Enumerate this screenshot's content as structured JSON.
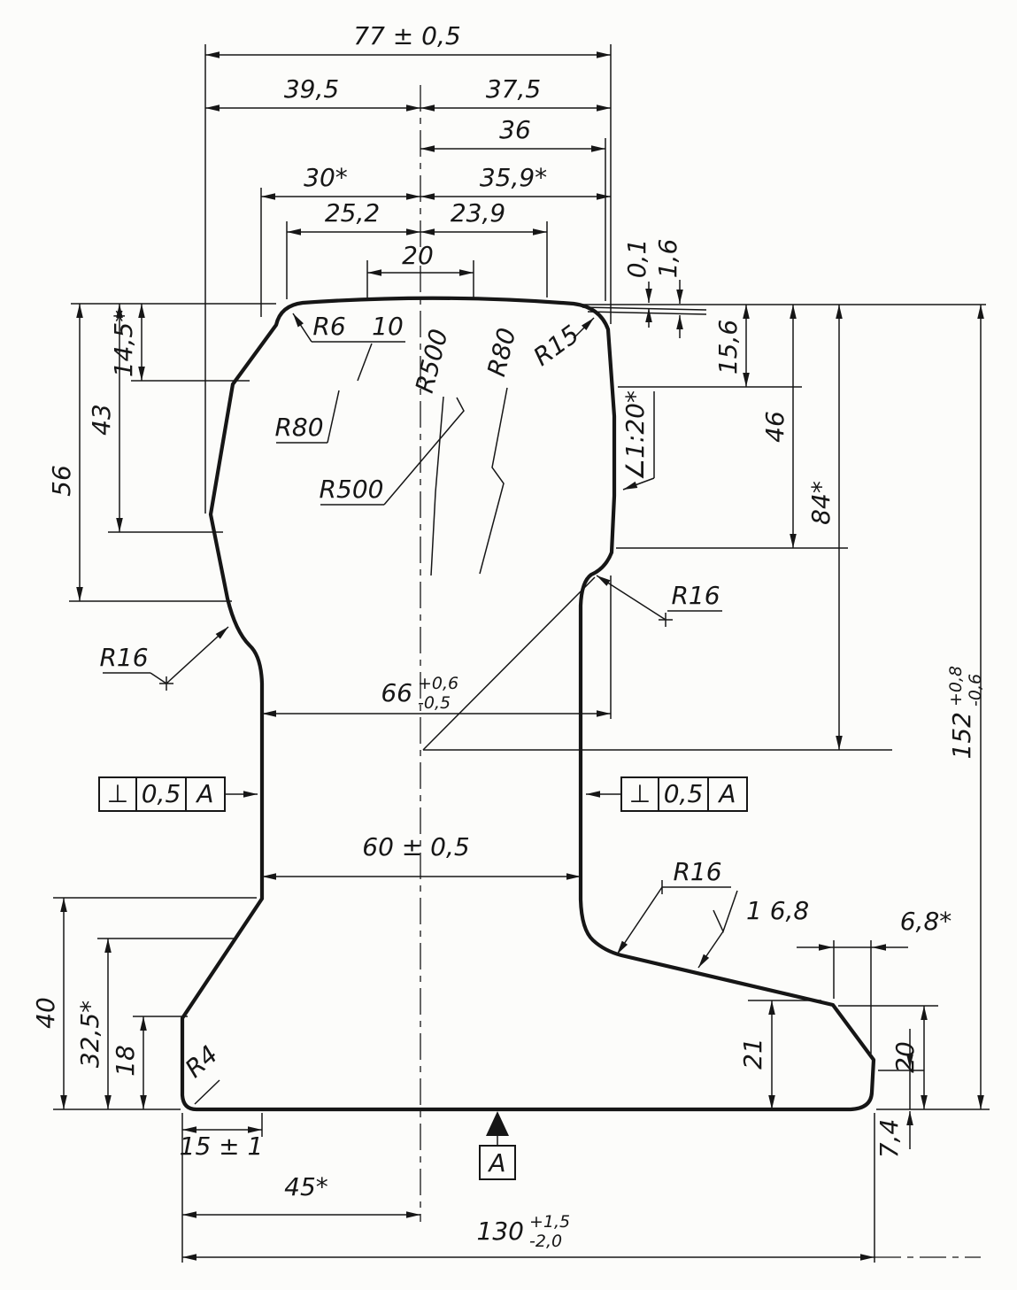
{
  "colors": {
    "line": "#161616",
    "background": "#fcfcfa"
  },
  "labels": {
    "w77": "77 ± 0,5",
    "w39_5": "39,5",
    "w37_5": "37,5",
    "w36": "36",
    "w30": "30*",
    "w35_9": "35,9*",
    "w25_2": "25,2",
    "w23_9": "23,9",
    "w20_top": "20",
    "o0_1": "0,1",
    "o1_6": "1,6",
    "h14_5": "14,5*",
    "h43": "43",
    "h56": "56",
    "h15_6": "15,6",
    "h46": "46",
    "h84": "84*",
    "h152": "152",
    "h152_plus": "+0,8",
    "h152_minus": "-0,6",
    "w66": "66",
    "w66_plus": "+0,6",
    "w66_minus": "-0,5",
    "w60": "60 ± 0,5",
    "r6": "R6",
    "c10": "10",
    "r500_crown": "R500",
    "r80_crown": "R80",
    "r15_corner": "R15",
    "r80_side": "R80",
    "r500_side": "R500",
    "r16_left": "R16",
    "r16_right_upper": "R16",
    "r16_right_lower": "R16",
    "r4": "R4",
    "taper": "∠1:20*",
    "finish": "1 6,8",
    "f6_8": "6,8*",
    "f21": "21",
    "f20": "20",
    "f7_4": "7,4",
    "f40": "40",
    "f32_5": "32,5*",
    "f18": "18",
    "f15": "15 ± 1",
    "f45": "45*",
    "w130": "130",
    "w130_plus": "+1,5",
    "w130_minus": "-2,0",
    "datum": "A"
  },
  "tolerance_frame": {
    "symbol": "⊥",
    "value": "0,5",
    "datum": "A"
  }
}
